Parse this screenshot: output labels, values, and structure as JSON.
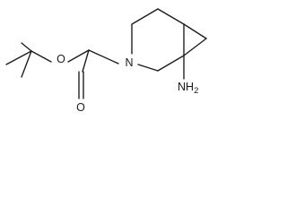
{
  "molecule": {
    "atoms": {
      "ester_oxygen": "O",
      "carbonyl_oxygen": "O",
      "ring_nitrogen": "N",
      "amine": "NH",
      "amine_subscript": "2"
    }
  },
  "colors": {
    "bond": "#1a1a1a",
    "label": "#1a1a1a",
    "background": "#ffffff"
  }
}
